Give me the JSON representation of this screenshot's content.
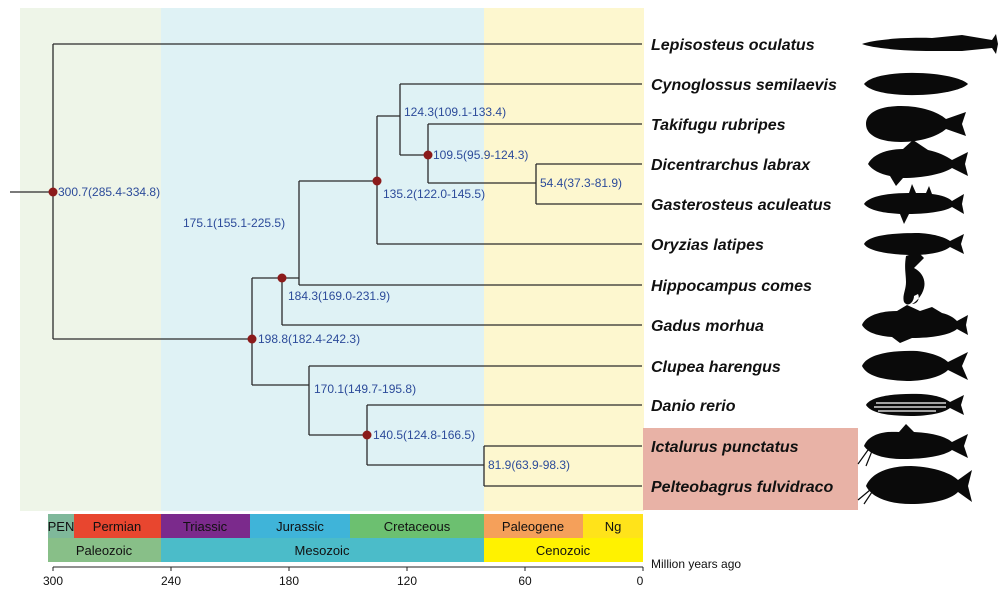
{
  "colors": {
    "paleozoic_bg": "#eef5e8",
    "mesozoic_bg": "#dff2f5",
    "cenozoic_bg": "#fdf7cf",
    "highlight": "#e8b2a6",
    "node": "#8b1a1a",
    "label": "#2c4b9a"
  },
  "species": [
    {
      "name": "Lepisosteus oculatus",
      "icon": "gar-silhouette-icon"
    },
    {
      "name": "Cynoglossus semilaevis",
      "icon": "tongue-sole-silhouette-icon"
    },
    {
      "name": "Takifugu rubripes",
      "icon": "pufferfish-silhouette-icon"
    },
    {
      "name": "Dicentrarchus labrax",
      "icon": "sea-bass-silhouette-icon"
    },
    {
      "name": "Gasterosteus aculeatus",
      "icon": "stickleback-silhouette-icon"
    },
    {
      "name": "Oryzias latipes",
      "icon": "medaka-silhouette-icon"
    },
    {
      "name": "Hippocampus comes",
      "icon": "seahorse-silhouette-icon"
    },
    {
      "name": "Gadus morhua",
      "icon": "cod-silhouette-icon"
    },
    {
      "name": "Clupea harengus",
      "icon": "herring-silhouette-icon"
    },
    {
      "name": "Danio rerio",
      "icon": "zebrafish-silhouette-icon"
    },
    {
      "name": "Ictalurus punctatus",
      "icon": "catfish-silhouette-icon",
      "highlight": true
    },
    {
      "name": "Pelteobagrus fulvidraco",
      "icon": "yellow-catfish-silhouette-icon",
      "highlight": true
    }
  ],
  "nodes": [
    {
      "id": "root",
      "age": 300.7,
      "label": "300.7(285.4-334.8)",
      "dot": true
    },
    {
      "id": "teleostei",
      "age": 198.8,
      "label": "198.8(182.4-242.3)",
      "dot": true
    },
    {
      "id": "euteleost",
      "age": 184.3,
      "label": "184.3(169.0-231.9)",
      "dot": true
    },
    {
      "id": "percomorph",
      "age": 175.1,
      "label": "175.1(155.1-225.5)",
      "dot": false
    },
    {
      "id": "ovalentaria",
      "age": 135.2,
      "label": "135.2(122.0-145.5)",
      "dot": true
    },
    {
      "id": "sole_group",
      "age": 124.3,
      "label": "124.3(109.1-133.4)",
      "dot": false
    },
    {
      "id": "puffer_group",
      "age": 109.5,
      "label": "109.5(95.9-124.3)",
      "dot": true
    },
    {
      "id": "bass_stickle",
      "age": 54.4,
      "label": "54.4(37.3-81.9)",
      "dot": false
    },
    {
      "id": "otomorph",
      "age": 170.1,
      "label": "170.1(149.7-195.8)",
      "dot": false
    },
    {
      "id": "otophysi",
      "age": 140.5,
      "label": "140.5(124.8-166.5)",
      "dot": true
    },
    {
      "id": "catfish",
      "age": 81.9,
      "label": "81.9(63.9-98.3)",
      "dot": false
    }
  ],
  "axis": {
    "ticks": [
      300,
      240,
      180,
      120,
      60,
      0
    ],
    "title": "Million years ago"
  },
  "periods": [
    {
      "name": "PEN",
      "start": 300,
      "end": 290,
      "color": "#7fb89a"
    },
    {
      "name": "Permian",
      "start": 290,
      "end": 246,
      "color": "#e8462f"
    },
    {
      "name": "Triassic",
      "start": 246,
      "end": 201,
      "color": "#7b2a8c"
    },
    {
      "name": "Jurassic",
      "start": 201,
      "end": 150,
      "color": "#3fb4d9"
    },
    {
      "name": "Cretaceous",
      "start": 150,
      "end": 83,
      "color": "#6cc070"
    },
    {
      "name": "Paleogene",
      "start": 83,
      "end": 30,
      "color": "#f5a05a"
    },
    {
      "name": "Ng",
      "start": 30,
      "end": 0,
      "color": "#ffe31a"
    }
  ],
  "eras": [
    {
      "name": "Paleozoic",
      "start": 300,
      "end": 246,
      "color": "#88bf88"
    },
    {
      "name": "Mesozoic",
      "start": 246,
      "end": 83,
      "color": "#4bbcc9"
    },
    {
      "name": "Cenozoic",
      "start": 83,
      "end": 0,
      "color": "#fff200"
    }
  ]
}
